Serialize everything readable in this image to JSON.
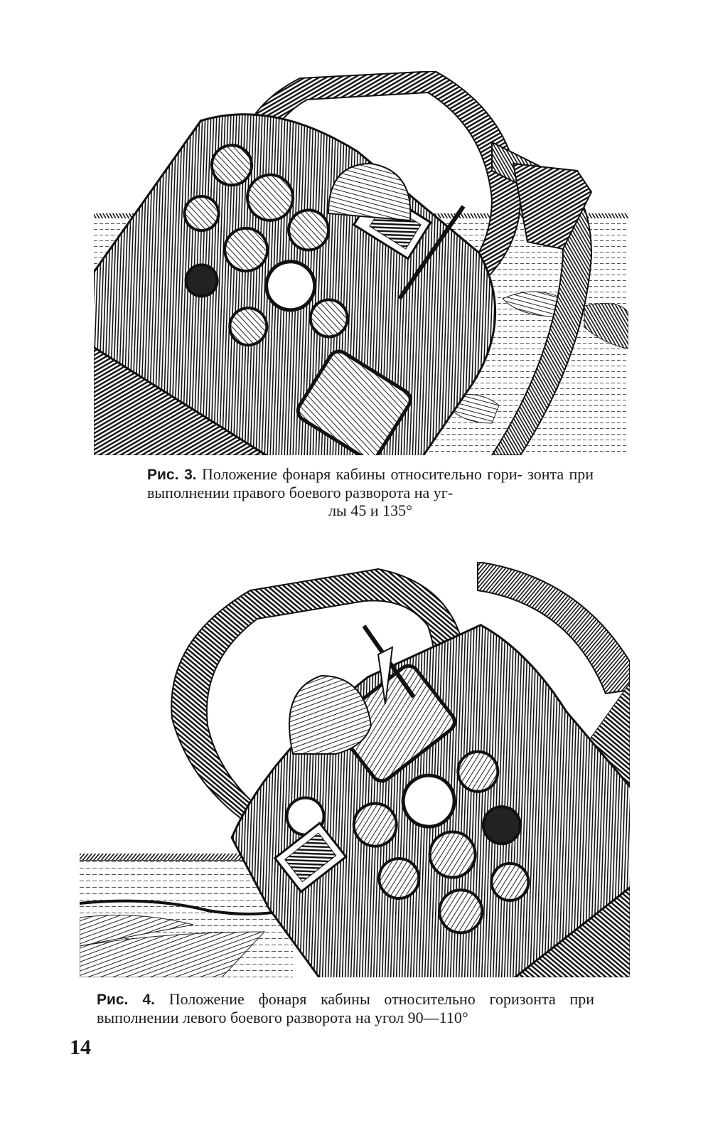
{
  "figures": [
    {
      "label": "Рис. 3.",
      "caption": "Положение фонаря кабины относительно горизонта при выполнении правого боевого разворота на углы 45 и 135°",
      "caption_lines": [
        "Положение фонаря кабины относительно гори-",
        "зонта при выполнении правого боевого разворота на уг-",
        "лы 45 и 135°"
      ]
    },
    {
      "label": "Рис. 4.",
      "caption": "Положение фонаря кабины относительно горизонта при выполнении левого боевого разворота на угол 90—110°",
      "caption_lines": [
        "Положение фонаря кабины относительно горизонта",
        "при выполнении левого боевого разворота на угол 90—110°"
      ]
    }
  ],
  "page_number": "14"
}
